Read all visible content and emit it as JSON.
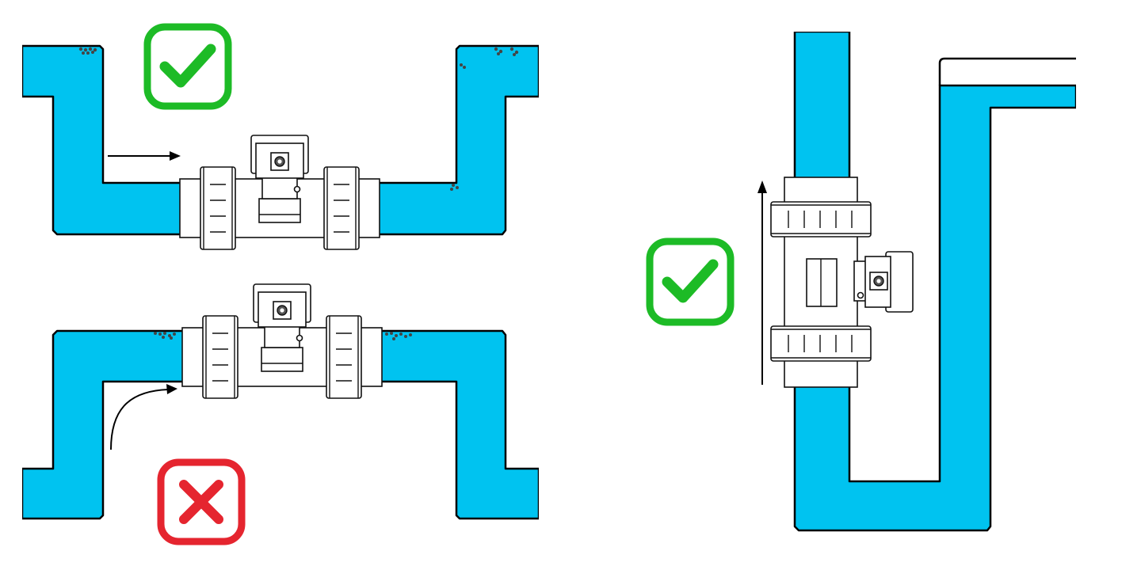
{
  "colors": {
    "water": "#00C3F0",
    "good": "#1DBB26",
    "bad": "#E5252F",
    "outline": "#000000",
    "valve_fill": "#FFFFFF"
  },
  "icons": {
    "correct_mark": "checkmark-icon",
    "incorrect_mark": "cross-icon",
    "flow_direction": "arrow-icon",
    "air_bubbles": "bubbles-icon"
  },
  "panels": [
    {
      "id": "top-left",
      "verdict": "correct",
      "orientation": "horizontal",
      "flow_arrow": "straight"
    },
    {
      "id": "bottom-left",
      "verdict": "incorrect",
      "orientation": "horizontal",
      "flow_arrow": "curved"
    },
    {
      "id": "right",
      "verdict": "correct",
      "orientation": "vertical",
      "flow_arrow": "upward"
    }
  ]
}
